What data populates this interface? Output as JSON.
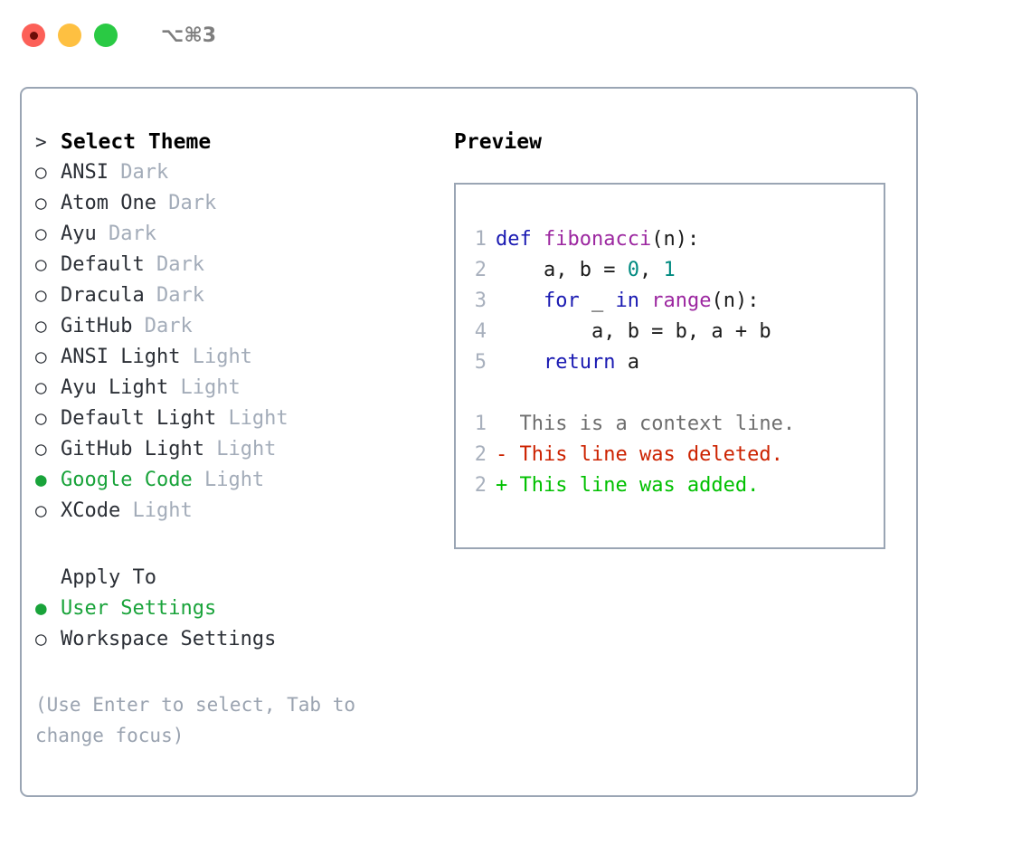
{
  "titlebar": {
    "shortcut": "⌥⌘3",
    "dots": [
      "close-red",
      "minimize-yellow",
      "maximize-green"
    ]
  },
  "left": {
    "heading": {
      "marker": ">",
      "label": "Select Theme"
    },
    "themes": [
      {
        "marker": "○",
        "name": "ANSI",
        "tag": "Dark",
        "selected": false
      },
      {
        "marker": "○",
        "name": "Atom One",
        "tag": "Dark",
        "selected": false
      },
      {
        "marker": "○",
        "name": "Ayu",
        "tag": "Dark",
        "selected": false
      },
      {
        "marker": "○",
        "name": "Default",
        "tag": "Dark",
        "selected": false
      },
      {
        "marker": "○",
        "name": "Dracula",
        "tag": "Dark",
        "selected": false
      },
      {
        "marker": "○",
        "name": "GitHub",
        "tag": "Dark",
        "selected": false
      },
      {
        "marker": "○",
        "name": "ANSI Light",
        "tag": "Light",
        "selected": false
      },
      {
        "marker": "○",
        "name": "Ayu Light",
        "tag": "Light",
        "selected": false
      },
      {
        "marker": "○",
        "name": "Default Light",
        "tag": "Light",
        "selected": false
      },
      {
        "marker": "○",
        "name": "GitHub Light",
        "tag": "Light",
        "selected": false
      },
      {
        "marker": "●",
        "name": "Google Code",
        "tag": "Light",
        "selected": true
      },
      {
        "marker": "○",
        "name": "XCode",
        "tag": "Light",
        "selected": false
      }
    ],
    "apply_to": {
      "label": "Apply To",
      "options": [
        {
          "marker": "●",
          "name": "User Settings",
          "selected": true
        },
        {
          "marker": "○",
          "name": "Workspace Settings",
          "selected": false
        }
      ]
    },
    "hint": "(Use Enter to select, Tab to change focus)"
  },
  "right": {
    "title": "Preview",
    "code": [
      {
        "no": "1",
        "tokens": [
          {
            "t": "def",
            "c": "kw"
          },
          {
            "t": " ",
            "c": "pl"
          },
          {
            "t": "fibonacci",
            "c": "fn"
          },
          {
            "t": "(n):",
            "c": "pl"
          }
        ]
      },
      {
        "no": "2",
        "tokens": [
          {
            "t": "    a, b = ",
            "c": "pl"
          },
          {
            "t": "0",
            "c": "num"
          },
          {
            "t": ", ",
            "c": "pl"
          },
          {
            "t": "1",
            "c": "num"
          }
        ]
      },
      {
        "no": "3",
        "tokens": [
          {
            "t": "    ",
            "c": "pl"
          },
          {
            "t": "for",
            "c": "kw"
          },
          {
            "t": " _ ",
            "c": "pl"
          },
          {
            "t": "in",
            "c": "kw"
          },
          {
            "t": " ",
            "c": "pl"
          },
          {
            "t": "range",
            "c": "fn"
          },
          {
            "t": "(n):",
            "c": "pl"
          }
        ]
      },
      {
        "no": "4",
        "tokens": [
          {
            "t": "        a, b = b, a + b",
            "c": "pl"
          }
        ]
      },
      {
        "no": "5",
        "tokens": [
          {
            "t": "    ",
            "c": "pl"
          },
          {
            "t": "return",
            "c": "kw"
          },
          {
            "t": " a",
            "c": "pl"
          }
        ]
      }
    ],
    "diff": [
      {
        "no": "1",
        "sign": " ",
        "text": "This is a context line.",
        "kind": "ctx"
      },
      {
        "no": "2",
        "sign": "-",
        "text": "This line was deleted.",
        "kind": "del"
      },
      {
        "no": "2",
        "sign": "+",
        "text": "This line was added.",
        "kind": "add"
      }
    ]
  },
  "colors": {
    "accent_green": "#19a33a",
    "border": "#9aa5b4",
    "muted": "#a3acb9",
    "hint": "#9aa3b0",
    "keyword": "#1a1ab2",
    "function": "#9c27a0",
    "number": "#008a80",
    "diff_delete": "#cc2200",
    "diff_add": "#00c000",
    "dot_red": "#fc6058",
    "dot_yellow": "#fec041",
    "dot_green": "#2aca44"
  }
}
